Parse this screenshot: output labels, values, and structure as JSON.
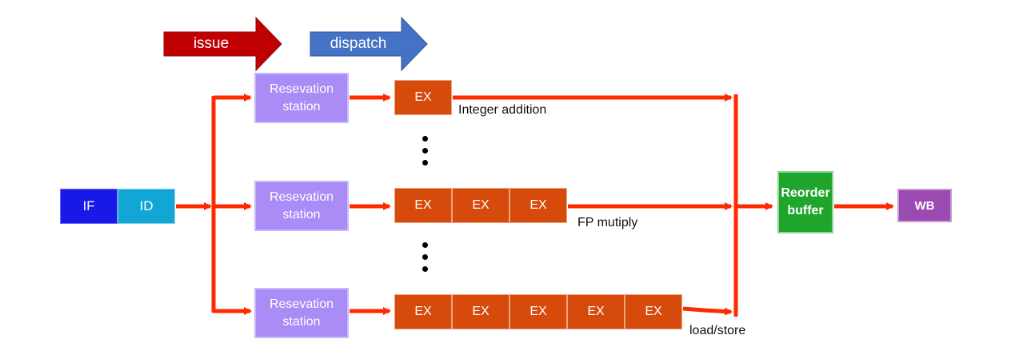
{
  "stages": {
    "issue": "issue",
    "dispatch": "dispatch",
    "if": "IF",
    "id": "ID",
    "reservation_station": "Resevation station",
    "ex": "EX",
    "reorder_buffer": "Reorder buffer",
    "wb": "WB"
  },
  "pipelines": [
    {
      "label": "Integer addition",
      "ex_count": 1
    },
    {
      "label": "FP mutiply",
      "ex_count": 3
    },
    {
      "label": "load/store",
      "ex_count": 5
    }
  ],
  "colors": {
    "wire": "#ff2a00",
    "issue_arrow": "#c00000",
    "dispatch_arrow": "#4472c4",
    "if": "#1818e8",
    "id": "#12a6d4",
    "reservation_station": "#a98cf5",
    "ex": "#d64a0c",
    "reorder_buffer": "#1fa52c",
    "wb": "#9a4ab0"
  }
}
